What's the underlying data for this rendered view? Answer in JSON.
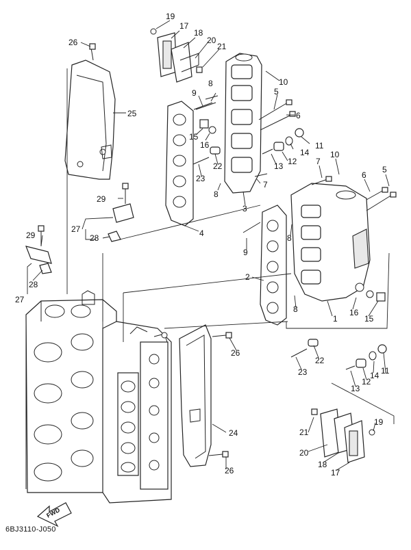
{
  "diagram": {
    "code": "6BJ3110-J050",
    "fwd_label": "FWD",
    "callouts": {
      "c19a": "19",
      "c17a": "17",
      "c18a": "18",
      "c20a": "20",
      "c21a": "21",
      "c26a": "26",
      "c10a": "10",
      "c8a": "8",
      "c9a": "9",
      "c5a": "5",
      "c6a": "6",
      "c25": "25",
      "c15a": "15",
      "c16a": "16",
      "c11a": "11",
      "c14a": "14",
      "c12a": "12",
      "c13a": "13",
      "c22a": "22",
      "c23a": "23",
      "c7a": "7",
      "c10b": "10",
      "c8b": "8",
      "c3": "3",
      "c6b": "6",
      "c5b": "5",
      "c29a": "29",
      "c27a": "27",
      "c28a": "28",
      "c4": "4",
      "c29b": "29",
      "c8c": "8",
      "c9b": "9",
      "c28b": "28",
      "c27b": "27",
      "c2": "2",
      "c8d": "8",
      "c16b": "16",
      "c15b": "15",
      "c1": "1",
      "c26b": "26",
      "c22b": "22",
      "c23b": "23",
      "c14b": "14",
      "c11b": "11",
      "c13b": "13",
      "c12b": "12",
      "c24": "24",
      "c19b": "19",
      "c21b": "21",
      "c20b": "20",
      "c18b": "18",
      "c17b": "17",
      "c26c": "26"
    }
  }
}
